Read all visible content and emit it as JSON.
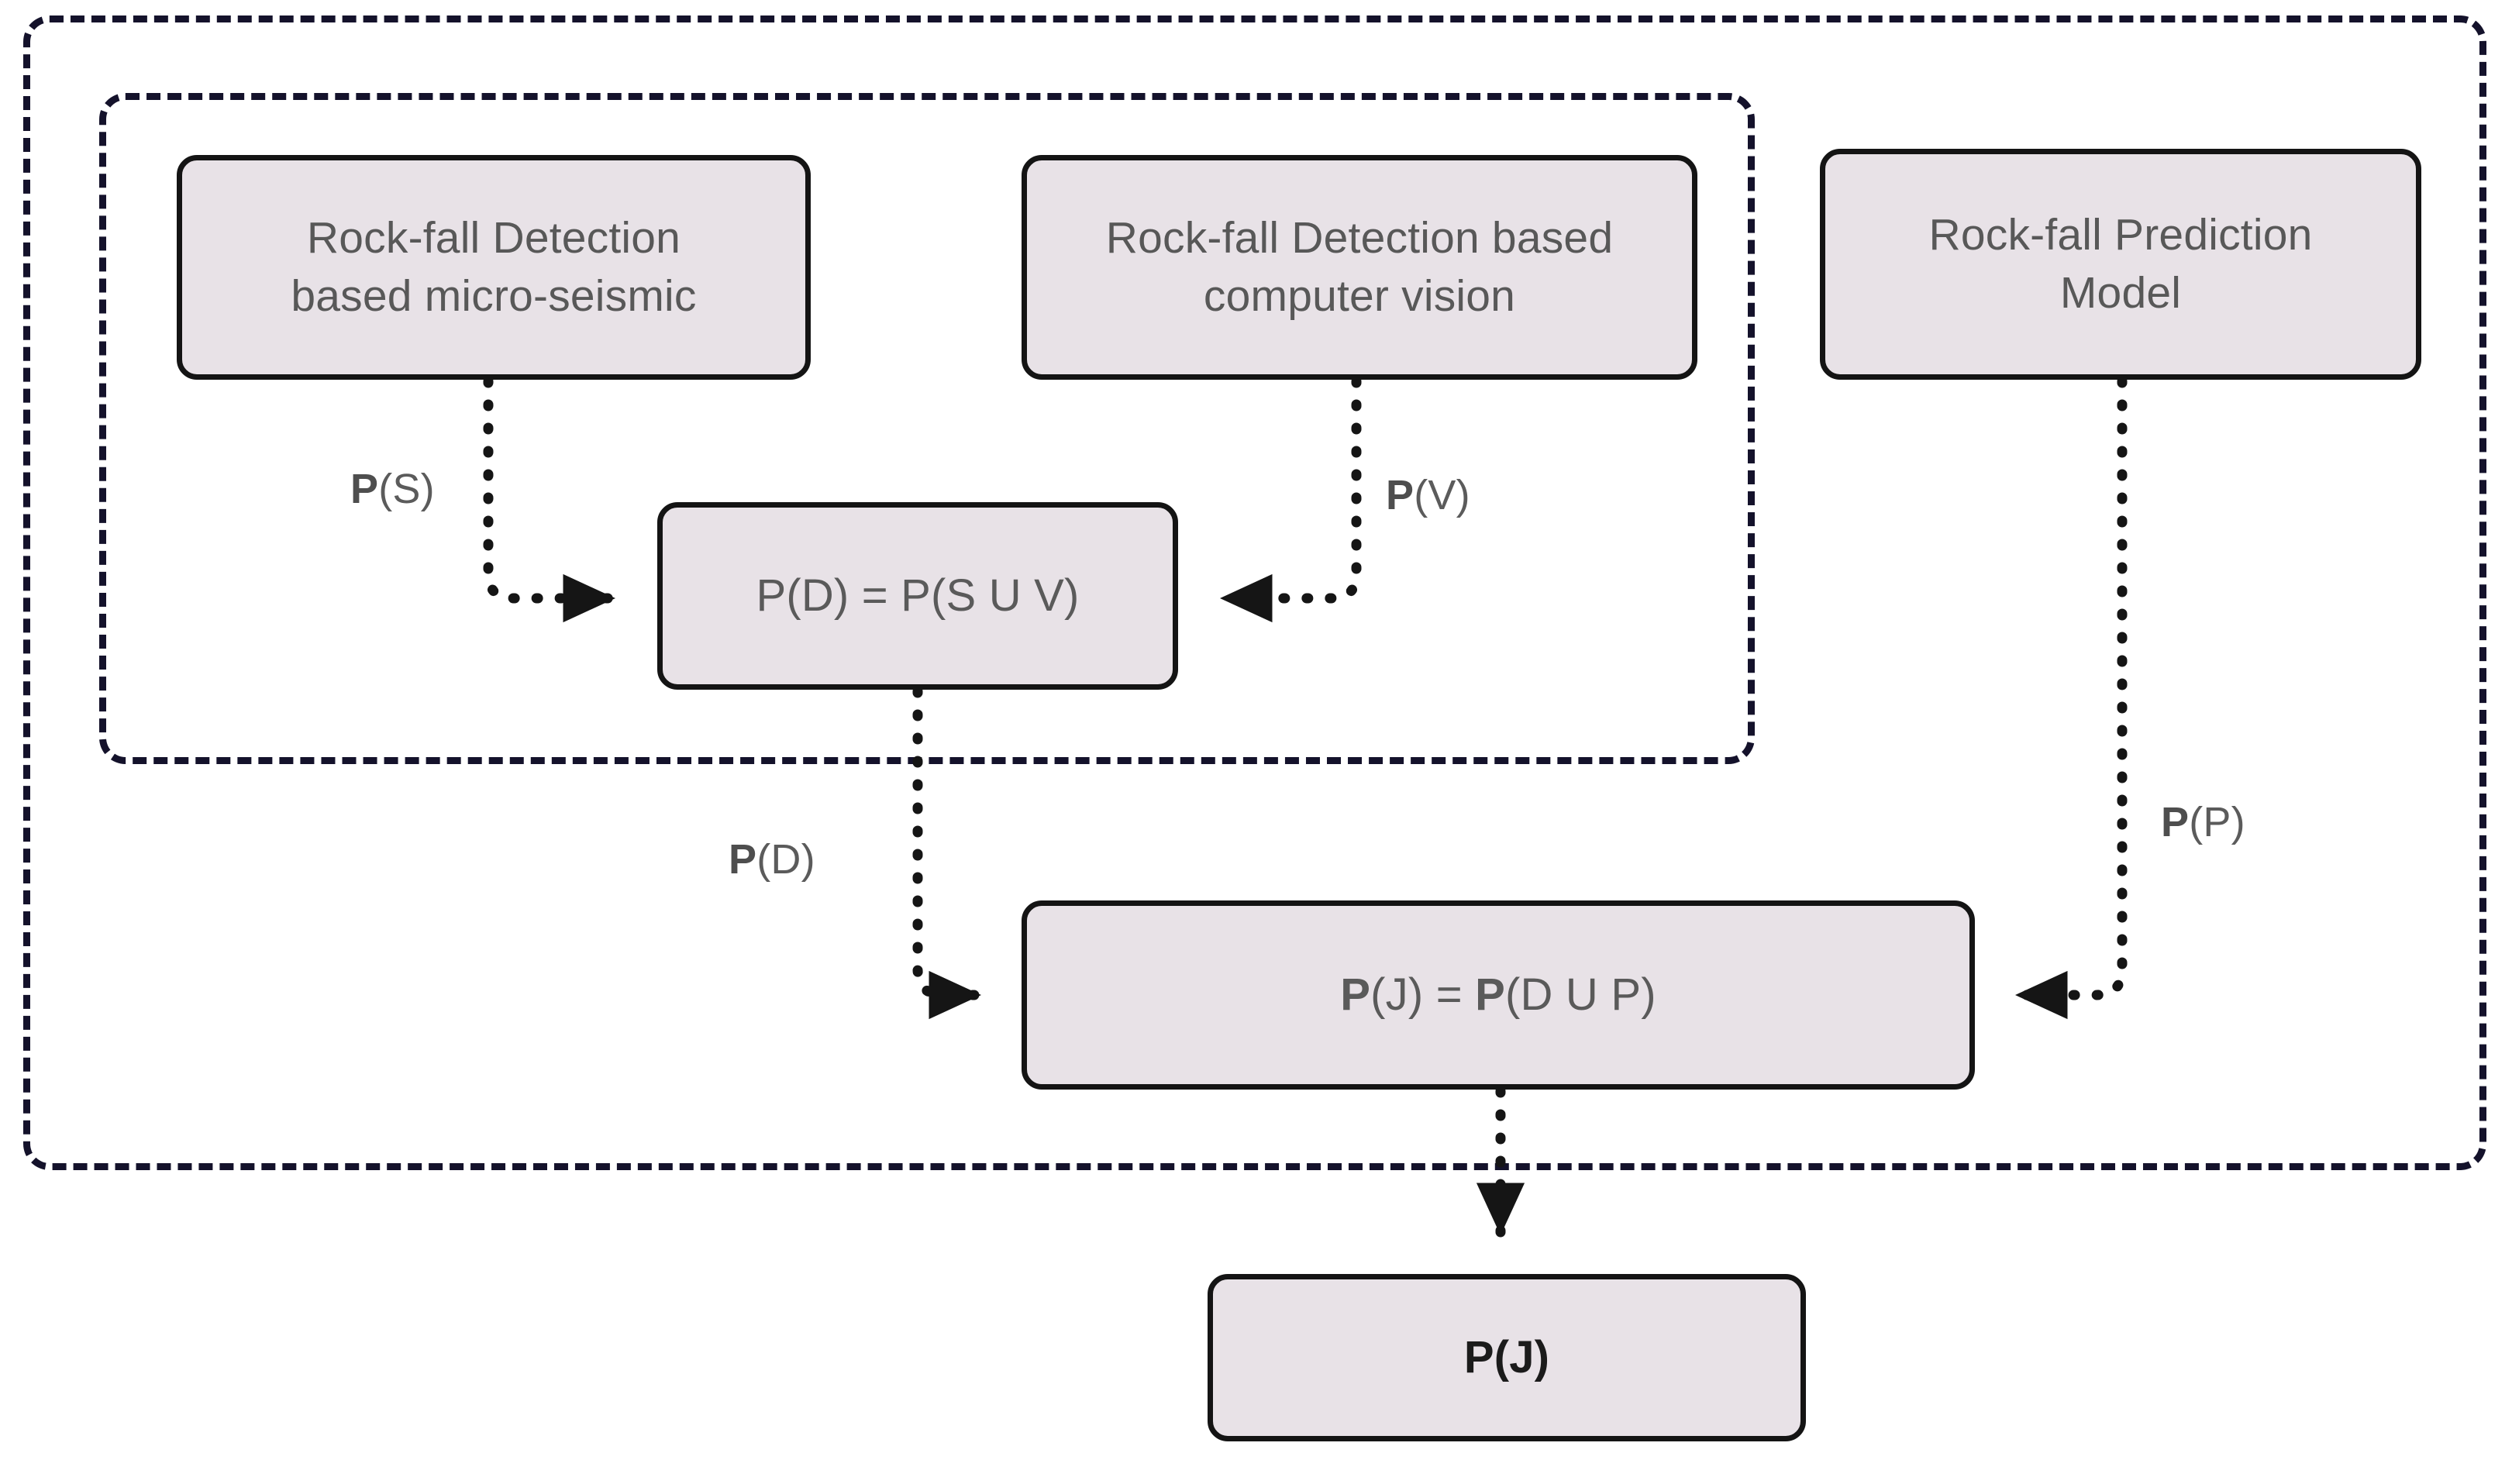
{
  "diagram": {
    "title": "Rock-fall probability fusion diagram",
    "colors": {
      "node_fill": "#E8E2E7",
      "node_border": "#141414",
      "node_text": "#585858",
      "group_border": "#14122B",
      "connector": "#151515",
      "terminal_text": "#1B1B1B",
      "background": "#FFFFFF"
    },
    "groups": [
      {
        "id": "outer",
        "name": "outer-dashed-container",
        "style": "dashed"
      },
      {
        "id": "inner",
        "name": "inner-dashed-container",
        "style": "dashed"
      }
    ],
    "nodes": {
      "seismic": {
        "label": "Rock-fall Detection\nbased micro-seismic"
      },
      "vision": {
        "label": "Rock-fall Detection based\ncomputer vision"
      },
      "predict": {
        "label": "Rock-fall Prediction\nModel"
      },
      "detection_union": {
        "label": "P(D) = P(S U V)"
      },
      "joint_union": {
        "label_bold_p1": "P",
        "label_mid": "(J) = ",
        "label_bold_p2": "P",
        "label_tail": "(D U P)"
      },
      "output": {
        "label": "P(J)"
      }
    },
    "edges": [
      {
        "id": "s-to-d",
        "from": "seismic",
        "to": "detection_union",
        "label_bold": "P",
        "label_rest": "(S)"
      },
      {
        "id": "v-to-d",
        "from": "vision",
        "to": "detection_union",
        "label_bold": "P",
        "label_rest": "(V)"
      },
      {
        "id": "d-to-j",
        "from": "detection_union",
        "to": "joint_union",
        "label_bold": "P",
        "label_rest": "(D)"
      },
      {
        "id": "p-to-j",
        "from": "predict",
        "to": "joint_union",
        "label_bold": "P",
        "label_rest": "(P)"
      },
      {
        "id": "j-to-out",
        "from": "joint_union",
        "to": "output",
        "label_bold": "",
        "label_rest": ""
      }
    ]
  }
}
